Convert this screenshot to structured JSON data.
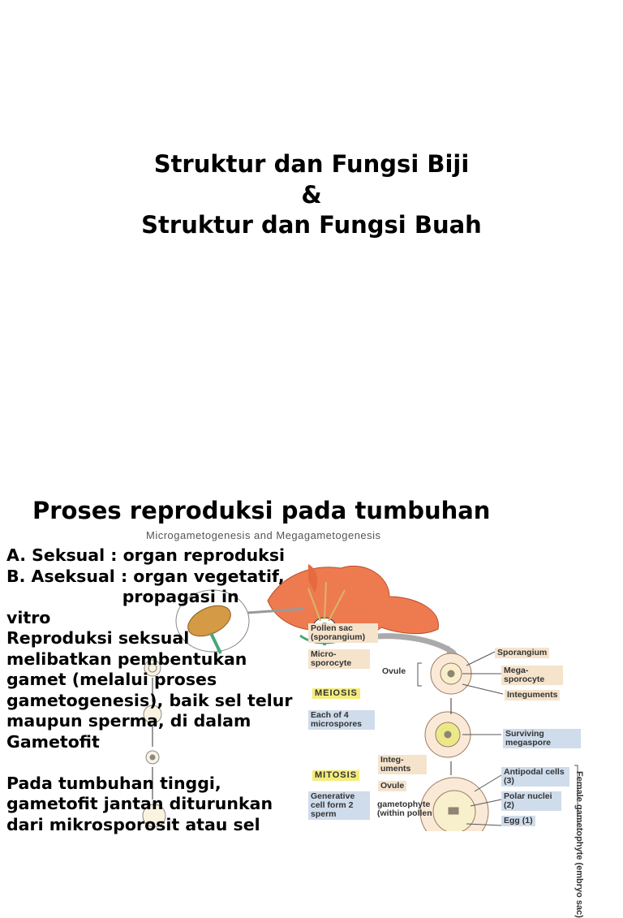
{
  "slide1": {
    "title_lines": [
      "Struktur dan Fungsi Biji",
      "&",
      "Struktur dan Fungsi Buah"
    ]
  },
  "slide2": {
    "heading": "Proses reproduksi pada tumbuhan",
    "body_lines": [
      "A. Seksual : organ reproduksi",
      "B. Aseksual : organ vegetatif,",
      "                    propagasi in",
      "vitro",
      "Reproduksi seksual",
      "melibatkan pembentukan",
      "gamet (melalui proses",
      "gametogenesis), baik sel telur",
      "maupun sperma, di dalam",
      "Gametofit",
      "",
      "Pada tumbuhan tinggi,",
      "gametofit jantan diturunkan",
      "dari mikrosporosit atau sel"
    ],
    "diagram": {
      "title": "Microgametogenesis and Megagametogenesis",
      "labels": {
        "pollen_sac": "Pollen sac (sporangium)",
        "microsporocyte": "Micro-sporocyte",
        "meiosis": "MEIOSIS",
        "mitosis": "MITOSIS",
        "each_of_4": "Each of 4 microspores",
        "generative": "Generative cell form 2 sperm",
        "within_pollen": "gametophyte (within pollen",
        "ovule": "Ovule",
        "sporangium": "Sporangium",
        "megasporocyte": "Mega-sporocyte",
        "integuments": "Integuments",
        "surviving": "Surviving megaspore",
        "integ_uments": "Integ-uments",
        "ovule2": "Ovule",
        "antipodal": "Antipodal cells (3)",
        "polar": "Polar nuclei (2)",
        "egg": "Egg (1)",
        "female": "Female gametophyte (embryo sac)"
      }
    }
  }
}
